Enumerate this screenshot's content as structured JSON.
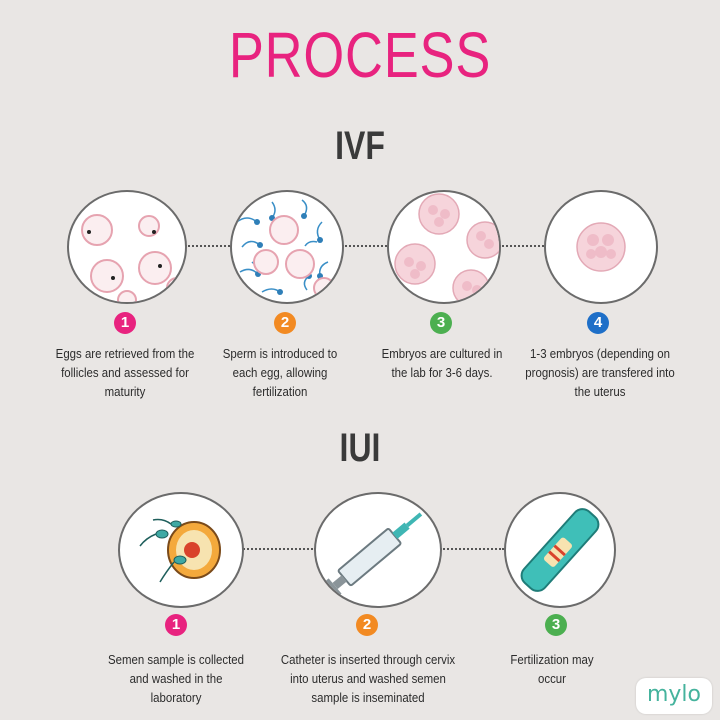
{
  "title": "PROCESS",
  "ivf": {
    "heading": "IVF",
    "steps": [
      {
        "number": "1",
        "color": "#e8237f",
        "text": "Eggs are retrieved from the follicles and assessed for maturity"
      },
      {
        "number": "2",
        "color": "#f28a22",
        "text": "Sperm is introduced to each egg, allowing fertilization"
      },
      {
        "number": "3",
        "color": "#4caf50",
        "text": "Embryos are cultured in the lab for 3-6 days."
      },
      {
        "number": "4",
        "color": "#1e6fc8",
        "text": "1-3 embryos (depending on prognosis) are transfered into the uterus"
      }
    ]
  },
  "iui": {
    "heading": "IUI",
    "steps": [
      {
        "number": "1",
        "color": "#e8237f",
        "text": "Semen sample is collected and washed in the laboratory"
      },
      {
        "number": "2",
        "color": "#f28a22",
        "text": "Catheter is inserted through cervix into uterus and washed semen sample is inseminated"
      },
      {
        "number": "3",
        "color": "#4caf50",
        "text": "Fertilization may occur"
      }
    ]
  },
  "logo": "mylo"
}
